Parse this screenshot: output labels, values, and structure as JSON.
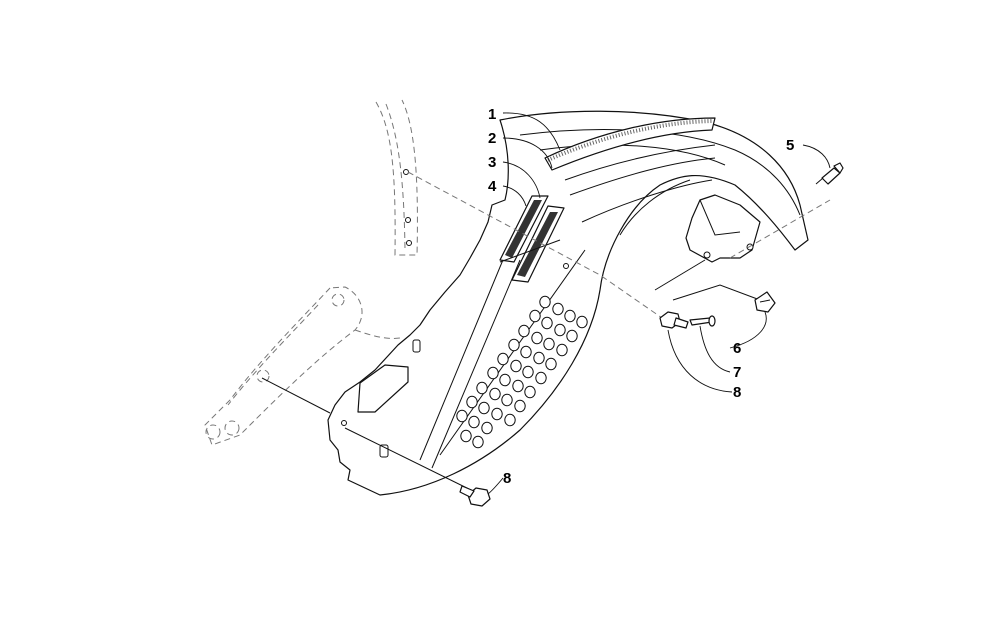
{
  "callouts": {
    "c1": "1",
    "c2": "2",
    "c3": "3",
    "c4": "4",
    "c5": "5",
    "c6": "6",
    "c7": "7",
    "c8a": "8",
    "c8b": "8"
  }
}
